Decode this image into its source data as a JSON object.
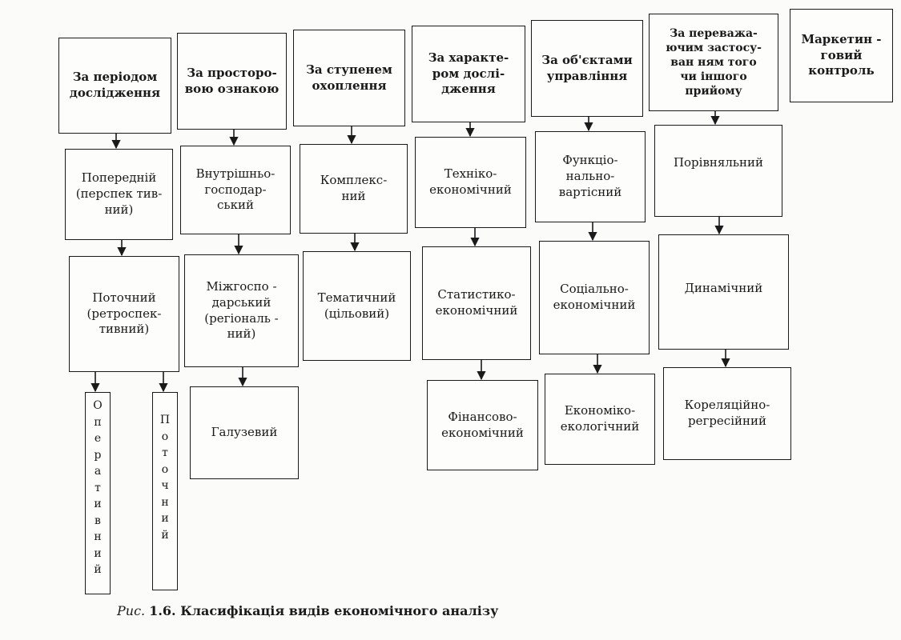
{
  "headers": [
    "За періодом\nдослідження",
    "За просторо-\nвою ознакою",
    "За ступенем\nохоплення",
    "За характе-\nром дослі-\nдження",
    "За об'єктами\nуправління",
    "За переважа-\nючим застосу-\nван ням того\nчи іншого\nприйому",
    "Маркетин -\nговий\nконтроль"
  ],
  "level2": [
    "Попередній\n(перспек тив-\nний)",
    "Внутрішньо-\nгосподар-\nський",
    "Комплекс-\nний",
    "Техніко-\nекономічний",
    "Функціо-\nнально-\nвартісний",
    "Порівняльний"
  ],
  "level3": [
    "Поточний\n(ретроспек-\nтивний)",
    "Міжгоспо -\nдарський\n(регіональ -\nний)",
    "Тематичний\n(цільовий)",
    "Статистико-\nекономічний",
    "Соціально-\nекономічний",
    "Динамічний"
  ],
  "level4": [
    "Галузевий",
    "Фінансово-\nекономічний",
    "Економіко-\nекологічний",
    "Кореляційно-\nрегресійний"
  ],
  "vertical": [
    "О\nп\nе\nр\nа\nт\nи\nв\nн\nи\nй",
    "П\nо\nт\nо\nч\nн\nи\nй"
  ],
  "caption": {
    "label": "Рис.",
    "title": "1.6. Класифікація видів економічного аналізу"
  }
}
